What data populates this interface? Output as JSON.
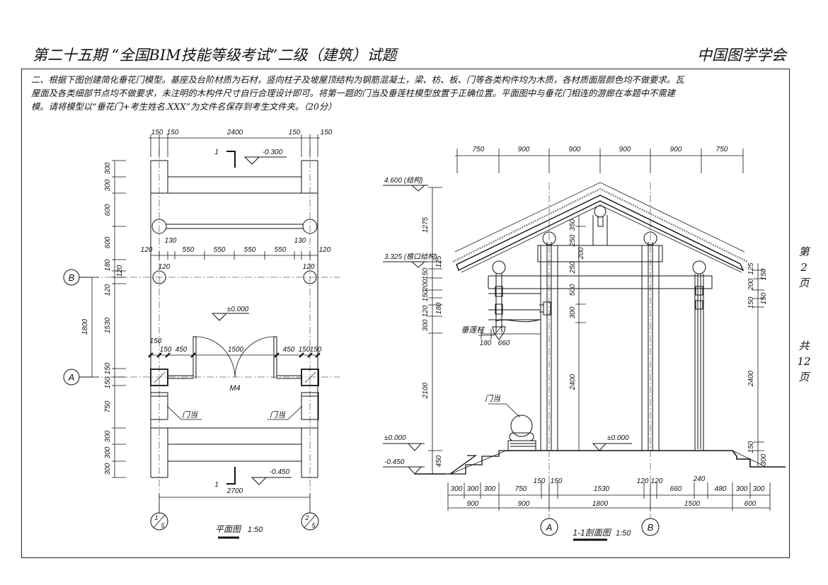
{
  "header": {
    "title": "第二十五期 “全国BIM技能等级考试”二级（建筑）试题",
    "organization": "中国图学学会"
  },
  "notice": {
    "line1": "二、根据下图创建简化垂花门模型。基座及台阶材质为石材，竖向柱子及坡屋顶结构为钢筋混凝土，梁、枋、板、门等各类构件均为木质，各材质面层颜色均不做要求。瓦",
    "line2": "屋面及各类细部节点均不做要求，未注明的木构件尺寸自行合理设计即可。将第一题的门当及垂莲柱模型放置于正确位置。平面图中与垂花门相连的游廊在本题中不需建",
    "line3": "模。请将模型以“垂花门+考生姓名.XXX”为文件名保存到考生文件夹。（20分）"
  },
  "page_info": {
    "current": [
      "第",
      "2",
      "页"
    ],
    "total": [
      "共",
      "12",
      "页"
    ]
  },
  "plan": {
    "title": "平面图",
    "scale": "1:50",
    "top_dims": [
      "150",
      "150",
      "2400",
      "150",
      "150"
    ],
    "left_dims": [
      "300",
      "300",
      "600",
      "600",
      "180",
      "120",
      "120",
      "1530",
      "150",
      "150",
      "750",
      "300",
      "300",
      "300"
    ],
    "overall_dim_vertical": "1800",
    "row_dims": [
      "120",
      "130",
      "550",
      "550",
      "550",
      "550",
      "130",
      "120"
    ],
    "col_dims": [
      "120",
      "120"
    ],
    "door_dims": [
      "150",
      "150",
      "450",
      "1500",
      "450",
      "150",
      "150"
    ],
    "door_label": "M4",
    "mendang_labels": [
      "门当",
      "门当"
    ],
    "levels": [
      "-0.300",
      "±0.000",
      "-0.450"
    ],
    "section_marks": [
      "1",
      "1"
    ],
    "overall_dim": "2700",
    "axes": {
      "B": "B",
      "A": "A",
      "left_num": "1",
      "left_den": "5",
      "right_num": "2",
      "right_den": "5"
    }
  },
  "section": {
    "title": "1-1剖面图",
    "scale": "1:50",
    "top_dims": [
      "750",
      "900",
      "900",
      "900",
      "900",
      "750"
    ],
    "level_labels": [
      "4.600 (结构)",
      "3.325 (檐口结构)",
      "±0.000",
      "-0.450",
      "±0.000"
    ],
    "left_dims": [
      "1275",
      "125",
      "150",
      "200",
      "150",
      "120",
      "180",
      "300",
      "2100",
      "450"
    ],
    "mid_dims": [
      "350",
      "250",
      "200",
      "250",
      "500",
      "300",
      "2400"
    ],
    "right_dims": [
      "125",
      "200",
      "150",
      "150",
      "150",
      "2400",
      "150",
      "300"
    ],
    "pendant_label": "垂莲柱",
    "pendant_dims": [
      "180",
      "660"
    ],
    "mendang_label": "门当",
    "bottom_row1": [
      "300",
      "300",
      "300",
      "750",
      "150",
      "150",
      "1530",
      "120",
      "120",
      "660",
      "240",
      "480",
      "300",
      "300"
    ],
    "bottom_row2": [
      "900",
      "900",
      "1800",
      "1500",
      "600"
    ],
    "axes": [
      "A",
      "B"
    ]
  }
}
